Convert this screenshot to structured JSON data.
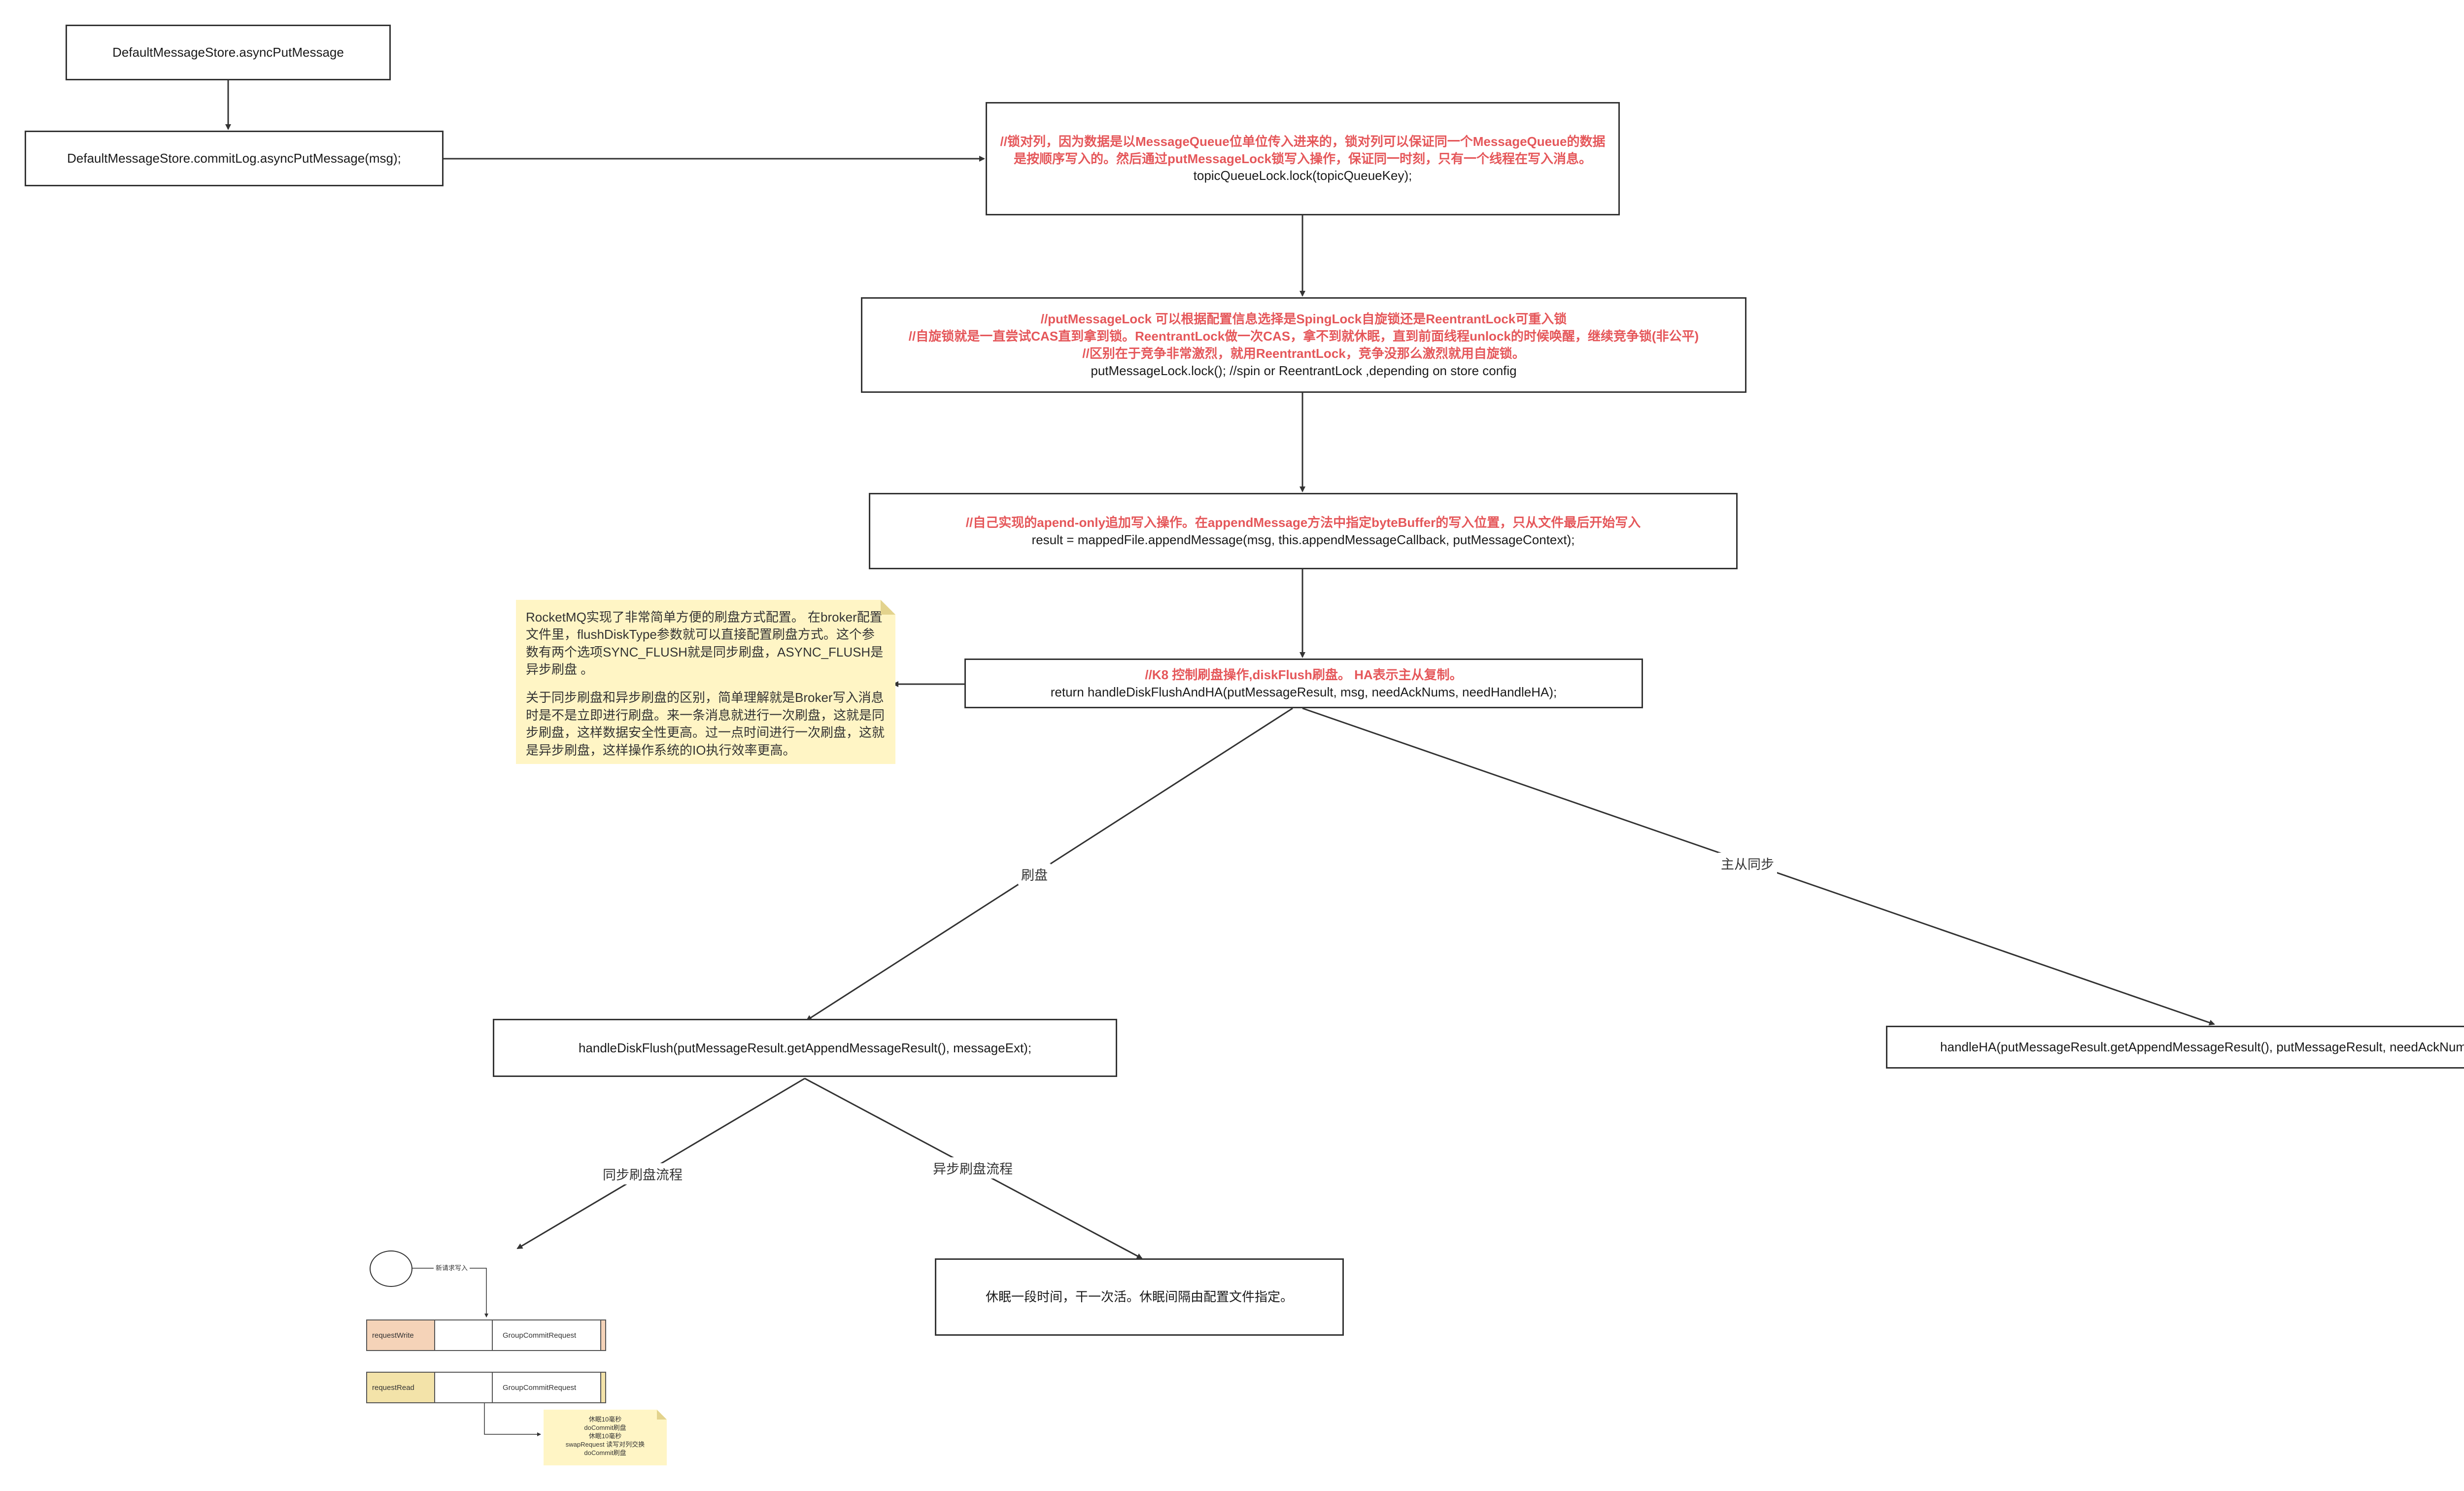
{
  "diagram": {
    "nodes": {
      "async_put": {
        "text": "DefaultMessageStore.asyncPutMessage"
      },
      "commitlog_put": {
        "text": "DefaultMessageStore.commitLog.asyncPutMessage(msg);"
      },
      "topic_lock": {
        "comment": "//锁对列，因为数据是以MessageQueue位单位传入进来的，锁对列可以保证同一个MessageQueue的数据是按顺序写入的。然后通过putMessageLock锁写入操作，保证同一时刻，只有一个线程在写入消息。",
        "code": "topicQueueLock.lock(topicQueueKey);"
      },
      "put_message_lock": {
        "comment_1": "//putMessageLock 可以根据配置信息选择是SpingLock自旋锁还是ReentrantLock可重入锁",
        "comment_2": "//自旋锁就是一直尝试CAS直到拿到锁。ReentrantLock做一次CAS，拿不到就休眠，直到前面线程unlock的时候唤醒，继续竞争锁(非公平)",
        "comment_3": "//区别在于竞争非常激烈，就用ReentrantLock，竞争没那么激烈就用自旋锁。",
        "code": "putMessageLock.lock(); //spin or ReentrantLock ,depending on store config"
      },
      "append_message": {
        "comment": "//自己实现的apend-only追加写入操作。在appendMessage方法中指定byteBuffer的写入位置，只从文件最后开始写入",
        "code": "result = mappedFile.appendMessage(msg, this.appendMessageCallback, putMessageContext);"
      },
      "flush_and_ha": {
        "comment": "//K8 控制刷盘操作,diskFlush刷盘。 HA表示主从复制。",
        "code": "return handleDiskFlushAndHA(putMessageResult, msg, needAckNums, needHandleHA);"
      },
      "disk_flush": {
        "text": "handleDiskFlush(putMessageResult.getAppendMessageResult(), messageExt);"
      },
      "handle_ha": {
        "text": "handleHA(putMessageResult.getAppendMessageResult(), putMessageResult, needAckNums);"
      },
      "async_flush": {
        "text": "休眠一段时间，干一次活。休眠间隔由配置文件指定。"
      }
    },
    "edge_labels": {
      "flush": "刷盘",
      "master_slave": "主从同步",
      "sync_flow": "同步刷盘流程",
      "async_flow": "异步刷盘流程"
    },
    "note": {
      "para_1": "RocketMQ实现了非常简单方便的刷盘方式配置。 在broker配置文件里，flushDiskType参数就可以直接配置刷盘方式。这个参数有两个选项SYNC_FLUSH就是同步刷盘，ASYNC_FLUSH是异步刷盘 。",
      "para_2": "关于同步刷盘和异步刷盘的区别，简单理解就是Broker写入消息时是不是立即进行刷盘。来一条消息就进行一次刷盘，这就是同步刷盘，这样数据安全性更高。过一点时间进行一次刷盘，这就是异步刷盘，这样操作系统的IO执行效率更高。"
    },
    "sync_detail": {
      "new_request_label": "新请求写入",
      "write_queue": {
        "label": "requestWrite",
        "item": "GroupCommitRequest"
      },
      "read_queue": {
        "label": "requestRead",
        "item": "GroupCommitRequest"
      },
      "note_lines": [
        "休眠10毫秒",
        "doCommit刷盘",
        "休眠10毫秒",
        "swapRequest 读写对列交换",
        "doCommit刷盘"
      ]
    },
    "colors": {
      "comment_red": "#e5575a",
      "note_yellow": "#fff5c5",
      "write_queue_fill": "#f5d3b8",
      "read_queue_fill": "#f3e3a9",
      "line": "#333333"
    }
  }
}
